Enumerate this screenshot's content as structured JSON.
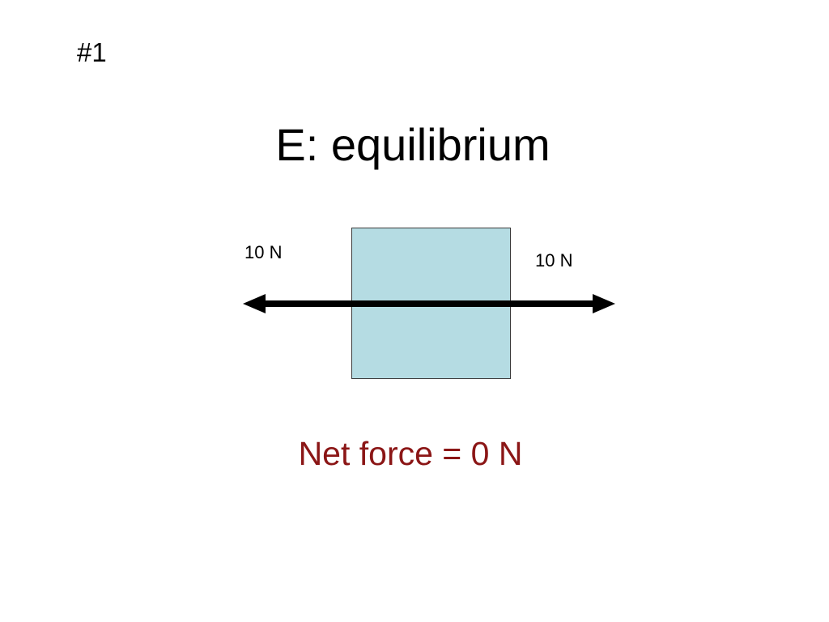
{
  "slide": {
    "number_label": "#1",
    "title": "E: equilibrium",
    "caption": "Net force = 0 N",
    "background_color": "#ffffff"
  },
  "diagram": {
    "type": "free-body-force-diagram",
    "block": {
      "name": "object-block",
      "fill_color": "#b5dce3",
      "border_color": "#3a3a3a"
    },
    "arrow": {
      "name": "double-headed-force-arrow",
      "color": "#000000",
      "direction": "bidirectional-horizontal"
    },
    "forces": [
      {
        "side": "left",
        "label": "10 N",
        "magnitude": 10,
        "unit": "N",
        "direction": "left"
      },
      {
        "side": "right",
        "label": "10 N",
        "magnitude": 10,
        "unit": "N",
        "direction": "right"
      }
    ],
    "net_force": {
      "label": "Net force = 0 N",
      "value": 0,
      "unit": "N",
      "color": "#8b1616"
    }
  }
}
